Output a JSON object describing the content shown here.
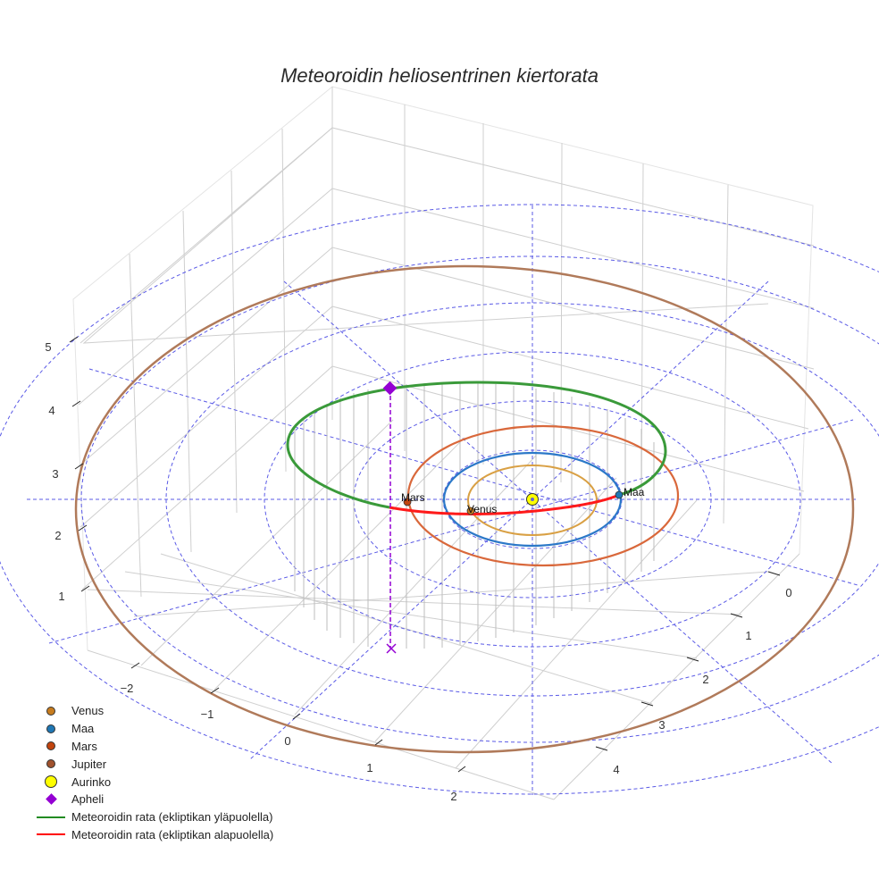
{
  "title": "Meteoroidin heliosentrinen kiertorata",
  "legend": [
    {
      "label": "Venus",
      "type": "dot",
      "color": "#c77c1e",
      "size": 8
    },
    {
      "label": "Maa",
      "type": "dot",
      "color": "#1f77b4",
      "size": 8
    },
    {
      "label": "Mars",
      "type": "dot",
      "color": "#c1440e",
      "size": 8
    },
    {
      "label": "Jupiter",
      "type": "dot",
      "color": "#a0522d",
      "size": 8
    },
    {
      "label": "Aurinko",
      "type": "dot",
      "color": "#ffff00",
      "size": 13
    },
    {
      "label": "Apheli",
      "type": "diamond",
      "color": "#9400d3"
    },
    {
      "label": "Meteoroidin rata (ekliptikan yläpuolella)",
      "type": "line",
      "color": "#228b22"
    },
    {
      "label": "Meteoroidin rata (ekliptikan alapuolella)",
      "type": "line",
      "color": "#ff0000"
    }
  ],
  "point_labels": {
    "mars": "Mars",
    "venus": "Venus",
    "maa": "Maa"
  },
  "axes": {
    "z_ticks": [
      "1",
      "2",
      "3",
      "4",
      "5"
    ],
    "x_ticks": [
      "−2",
      "−1",
      "0",
      "1",
      "2"
    ],
    "y_ticks": [
      "0",
      "1",
      "2",
      "3",
      "4"
    ]
  },
  "chart_data": {
    "type": "scatter3d",
    "title": "Meteoroidin heliosentrinen kiertorata",
    "xlabel": "",
    "ylabel": "",
    "zlabel": "",
    "axis_ticks": {
      "x": [
        -2,
        -1,
        0,
        1,
        2
      ],
      "y": [
        0,
        1,
        2,
        3,
        4
      ],
      "z": [
        1,
        2,
        3,
        4,
        5
      ]
    },
    "grid": true,
    "legend_position": "bottom-left",
    "series": [
      {
        "name": "Venus",
        "type": "marker",
        "color": "#c77c1e",
        "orbit_radius_au": 0.72
      },
      {
        "name": "Maa",
        "type": "marker",
        "color": "#1f77b4",
        "orbit_radius_au": 1.0
      },
      {
        "name": "Mars",
        "type": "marker",
        "color": "#c1440e",
        "orbit_radius_au": 1.52
      },
      {
        "name": "Jupiter",
        "type": "orbit",
        "color": "#a0522d",
        "orbit_radius_au": 5.2
      },
      {
        "name": "Aurinko",
        "type": "marker",
        "color": "#ffff00",
        "position": [
          0,
          0,
          0
        ]
      },
      {
        "name": "Apheli",
        "type": "marker",
        "color": "#9400d3"
      },
      {
        "name": "Meteoroidin rata (ekliptikan yläpuolella)",
        "type": "line",
        "color": "#228b22"
      },
      {
        "name": "Meteoroidin rata (ekliptikan alapuolella)",
        "type": "line",
        "color": "#ff0000"
      }
    ],
    "annotations": [
      "Mars",
      "Venus",
      "Maa"
    ],
    "reference_rings_au": [
      1,
      2,
      3,
      4,
      5,
      6
    ]
  }
}
